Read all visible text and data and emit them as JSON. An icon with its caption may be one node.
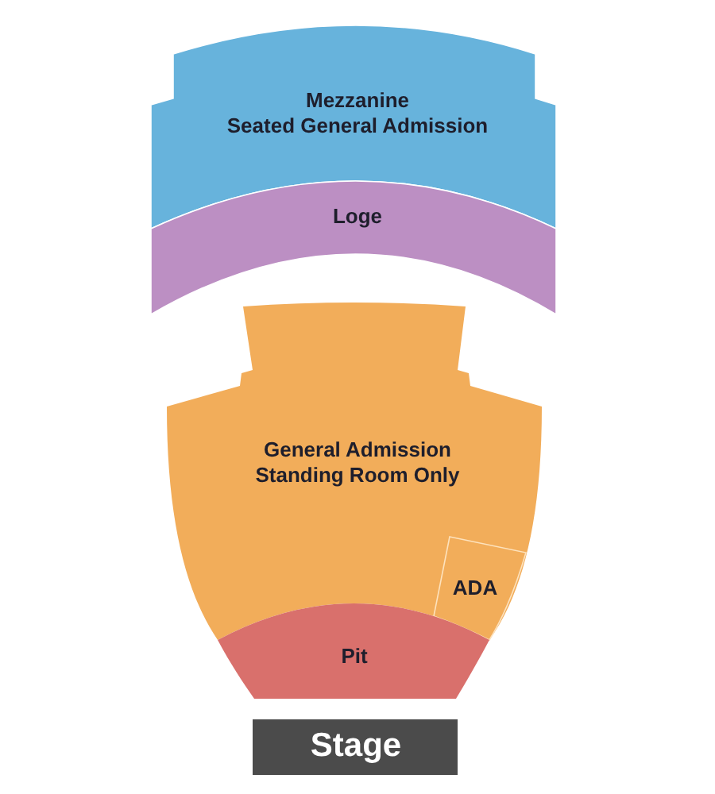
{
  "diagram": {
    "nodes": [
      {
        "text": [
          "Mezzanine",
          "Seated General Admission"
        ]
      },
      {
        "text": [
          "Loge"
        ]
      },
      {
        "text": [
          "General Admission",
          "Standing Room Only"
        ]
      },
      {
        "text": [
          "ADA"
        ],
        "in": 2
      },
      {
        "text": [
          "Pit"
        ]
      },
      {
        "text": [
          "Stage"
        ]
      }
    ]
  }
}
